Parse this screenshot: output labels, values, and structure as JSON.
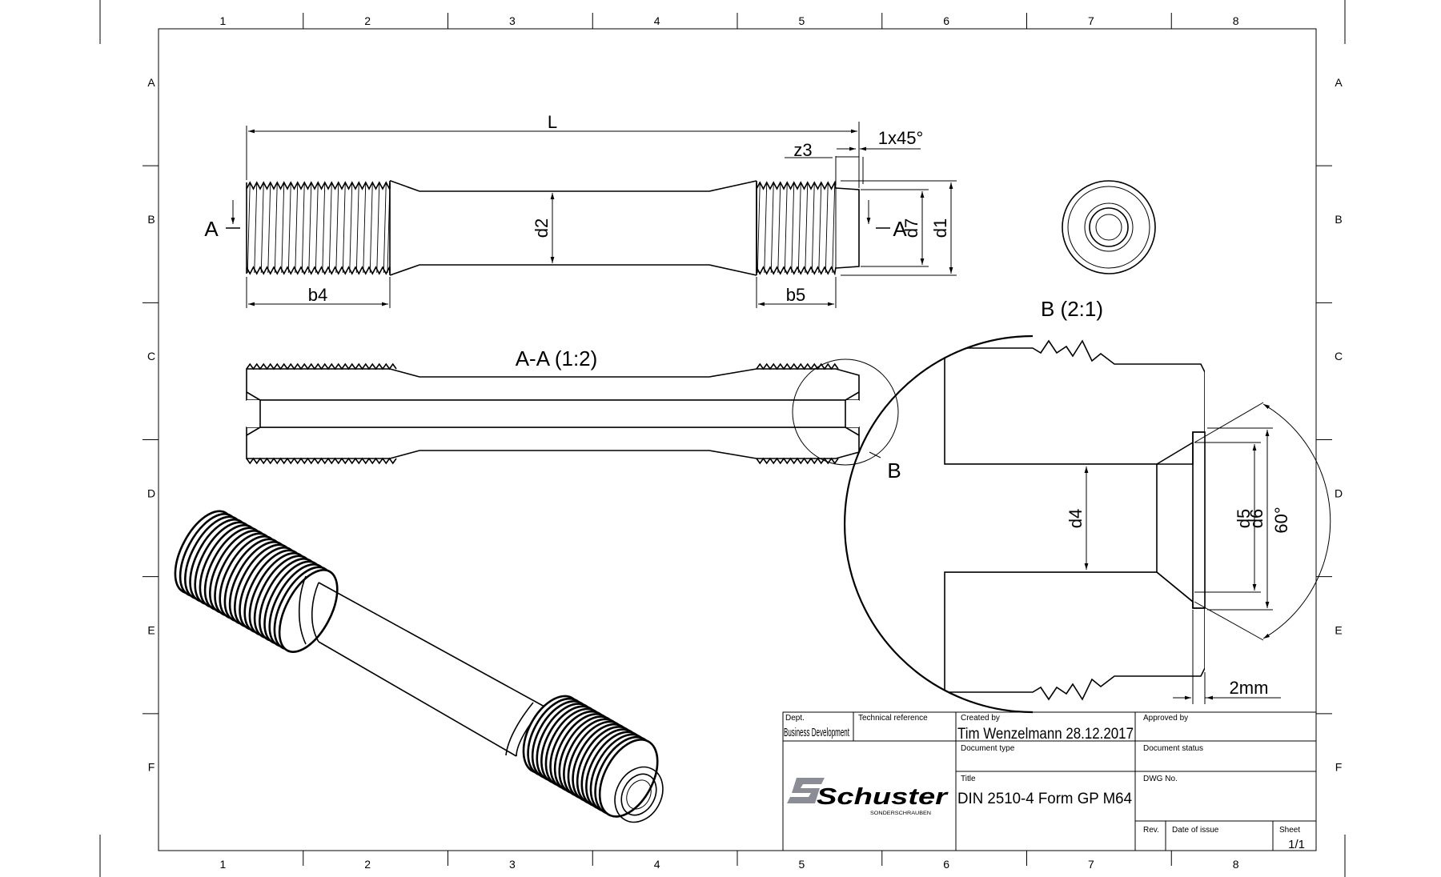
{
  "frame": {
    "columns": [
      "1",
      "2",
      "3",
      "4",
      "5",
      "6",
      "7",
      "8"
    ],
    "rows": [
      "A",
      "B",
      "C",
      "D",
      "E",
      "F"
    ]
  },
  "views": {
    "main_labels": {
      "L": "L",
      "z3": "z3",
      "chamfer": "1x45°",
      "section_mark": "A",
      "d2": "d2",
      "d7": "d7",
      "d1": "d1",
      "b4": "b4",
      "b5": "b5"
    },
    "section_title": "A-A (1:2)",
    "detail_marker": "B",
    "detail_title": "B (2:1)",
    "detail_labels": {
      "d4": "d4",
      "d5": "d5",
      "d6": "d6",
      "angle": "60°",
      "offset": "2mm"
    }
  },
  "title_block": {
    "dept_label": "Dept.",
    "dept_value": "Business Development",
    "techref_label": "Technical reference",
    "created_label": "Created by",
    "created_value": "Tim Wenzelmann  28.12.2017",
    "approved_label": "Approved by",
    "doctype_label": "Document type",
    "docstatus_label": "Document status",
    "title_label": "Title",
    "title_value": "DIN 2510-4 Form GP  M64",
    "dwg_label": "DWG No.",
    "rev_label": "Rev.",
    "date_label": "Date of issue",
    "sheet_label": "Sheet",
    "sheet_value": "1/1",
    "logo_text": "Schuster",
    "logo_sub": "SONDERSCHRAUBEN"
  },
  "colors": {
    "line": "#000000",
    "logo": "#8a8d96",
    "paper": "#ffffff"
  }
}
